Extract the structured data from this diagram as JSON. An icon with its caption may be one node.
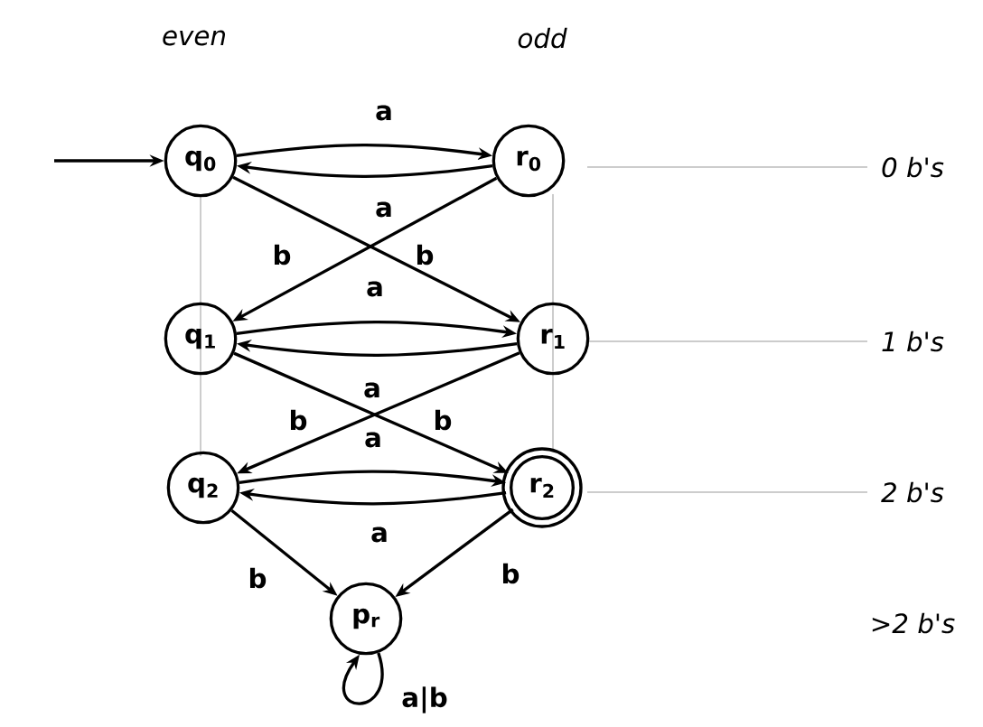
{
  "diagram": {
    "nodes": [
      {
        "text": [
          "q$_{0}$"
        ]
      },
      {
        "text": [
          "r$_{0}$"
        ]
      },
      {
        "text": [
          "q$_{1}$"
        ]
      },
      {
        "text": [
          "r$_{1}$"
        ]
      },
      {
        "text": [
          "q$_{2}$"
        ]
      },
      {
        "text": [
          "r$_{2}$"
        ]
      },
      {
        "text": [
          "p$_{r}$"
        ]
      }
    ],
    "edges": [
      {
        "from": null,
        "to": 0,
        "arrow": "to"
      },
      {
        "from": 0,
        "to": 1,
        "arrow": "to",
        "label": "a"
      },
      {
        "from": 1,
        "to": 0,
        "arrow": "to",
        "label": "a"
      },
      {
        "from": 0,
        "to": 3,
        "arrow": "to",
        "label": "b"
      },
      {
        "from": 1,
        "to": 2,
        "arrow": "to",
        "label": "b"
      },
      {
        "from": 2,
        "to": 3,
        "arrow": "to",
        "label": "a"
      },
      {
        "from": 3,
        "to": 2,
        "arrow": "to",
        "label": "a"
      },
      {
        "from": 2,
        "to": 5,
        "arrow": "to",
        "label": "b"
      },
      {
        "from": 3,
        "to": 4,
        "arrow": "to",
        "label": "b"
      },
      {
        "from": 4,
        "to": 5,
        "arrow": "to",
        "label": "a"
      },
      {
        "from": 5,
        "to": 4,
        "arrow": "to",
        "label": "a"
      },
      {
        "from": 4,
        "to": 6,
        "arrow": "to",
        "label": "b"
      },
      {
        "from": 5,
        "to": 6,
        "arrow": "to",
        "label": "b"
      },
      {
        "from": 6,
        "to": 6,
        "arrow": "to",
        "label": "a|b"
      }
    ],
    "labels": [
      "even",
      "odd",
      "0 b's",
      "1 b's",
      "2 b's",
      ">2 b's"
    ]
  }
}
